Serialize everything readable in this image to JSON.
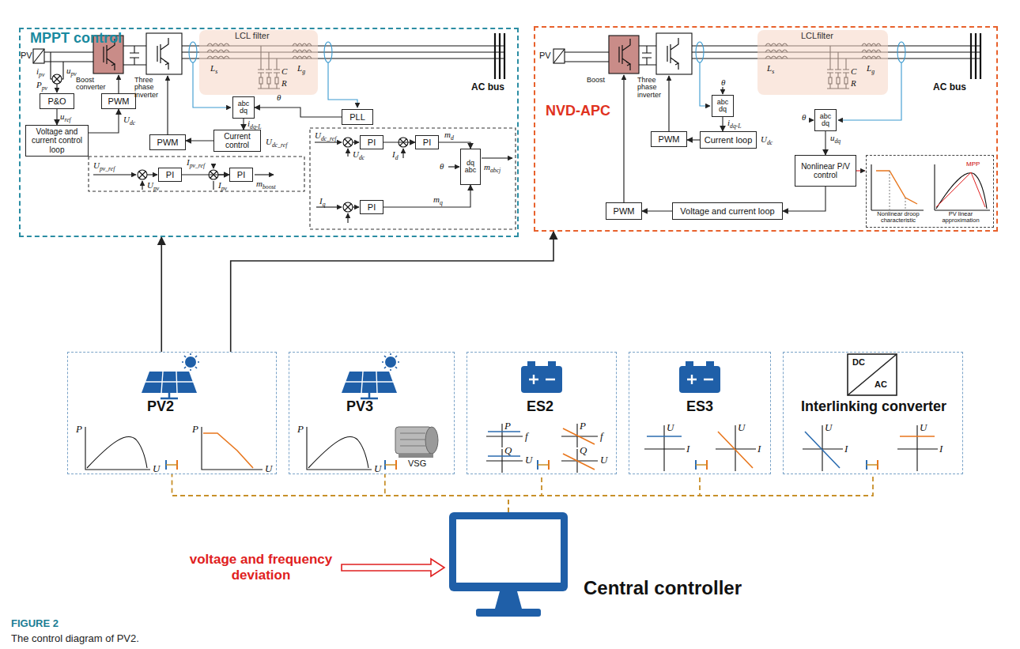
{
  "diagram": {
    "caption": "The control diagram of PV2.",
    "nodes": [
      {
        "text": [
          "MPPT control"
        ]
      },
      {
        "text": [
          "P&O"
        ],
        "in": 0
      },
      {
        "text": [
          "Voltage and current control loop"
        ],
        "in": 0
      },
      {
        "text": [
          "PWM"
        ],
        "in": 0
      },
      {
        "text": [
          "PWM"
        ],
        "in": 0
      },
      {
        "text": [
          "Current control"
        ],
        "in": 0
      },
      {
        "text": [
          "PLL"
        ],
        "in": 0
      },
      {
        "text": [
          "abc",
          "dq"
        ],
        "in": 0
      },
      {
        "text": [
          "LCL filter"
        ],
        "in": 0
      },
      {
        "text": [
          "PI"
        ],
        "in": 0
      },
      {
        "text": [
          "PI"
        ],
        "in": 0
      },
      {
        "text": [
          "PI"
        ],
        "in": 0
      },
      {
        "text": [
          "PI"
        ],
        "in": 0
      },
      {
        "text": [
          "PI"
        ],
        "in": 0
      },
      {
        "text": [
          "dq",
          "abc"
        ],
        "in": 0
      },
      {
        "text": [
          "NVD-APC"
        ]
      },
      {
        "text": [
          "abc",
          "dq"
        ],
        "in": 15
      },
      {
        "text": [
          "Current loop"
        ],
        "in": 15
      },
      {
        "text": [
          "PWM"
        ],
        "in": 15
      },
      {
        "text": [
          "LCLfilter"
        ],
        "in": 15
      },
      {
        "text": [
          "abc",
          "dq"
        ],
        "in": 15
      },
      {
        "text": [
          "Nonlinear P/V control"
        ],
        "in": 15
      },
      {
        "text": [
          "Voltage and current loop"
        ],
        "in": 15
      },
      {
        "text": [
          "PWM"
        ],
        "in": 15
      },
      {
        "text": [
          "Nonlinear droop characteristic",
          "PV linear approximation"
        ],
        "in": 15
      },
      {
        "text": [
          "PV2"
        ]
      },
      {
        "text": [
          "PV3",
          "VSG"
        ]
      },
      {
        "text": [
          "ES2"
        ]
      },
      {
        "text": [
          "ES3"
        ]
      },
      {
        "text": [
          "Interlinking converter"
        ]
      },
      {
        "text": [
          "Central controller"
        ]
      }
    ],
    "edges": [
      {
        "from": 1,
        "to": 2,
        "arrow": "to"
      },
      {
        "from": 2,
        "to": 3,
        "arrow": "to"
      },
      {
        "from": 5,
        "to": 4,
        "arrow": "to"
      },
      {
        "from": 6,
        "to": 7,
        "arrow": "to"
      },
      {
        "from": 7,
        "to": 5,
        "arrow": "to"
      },
      {
        "from": 9,
        "to": 10,
        "arrow": "to"
      },
      {
        "from": 11,
        "to": 12,
        "arrow": "to"
      },
      {
        "from": 12,
        "to": 14,
        "arrow": "to"
      },
      {
        "from": 13,
        "to": 14,
        "arrow": "to"
      },
      {
        "from": 16,
        "to": 17,
        "arrow": "to"
      },
      {
        "from": 17,
        "to": 18,
        "arrow": "to"
      },
      {
        "from": 20,
        "to": 21,
        "arrow": "to"
      },
      {
        "from": 21,
        "to": 22,
        "arrow": "to"
      },
      {
        "from": 22,
        "to": 23,
        "arrow": "to"
      },
      {
        "from": 25,
        "to": 0,
        "arrow": "to"
      },
      {
        "from": 25,
        "to": 15,
        "arrow": "to"
      },
      {
        "from": 30,
        "to": 25,
        "arrow": "none"
      },
      {
        "from": 30,
        "to": 26,
        "arrow": "none"
      },
      {
        "from": 30,
        "to": 27,
        "arrow": "none"
      },
      {
        "from": 30,
        "to": 28,
        "arrow": "none"
      },
      {
        "from": 30,
        "to": 29,
        "arrow": "none"
      }
    ],
    "labels": [
      "PV",
      "ipv",
      "upv",
      "Ppv",
      "uref",
      "Udc",
      "θ",
      "idq-L",
      "Ls",
      "C",
      "R",
      "Lg",
      "AC bus",
      "Udc_ref",
      "Upv_ref",
      "Upv",
      "Ipv_ref",
      "Ipv",
      "mboost",
      "Udc_ref",
      "Udc",
      "Id",
      "θ",
      "Iq",
      "md",
      "mq",
      "mabcj",
      "Boost converter",
      "Three phase inverter",
      "PV",
      "Boost",
      "Three phase inverter",
      "θ",
      "idq-L",
      "Udc",
      "Ls",
      "C",
      "R",
      "Lg",
      "AC bus",
      "θ",
      "udq",
      "MPP",
      "P",
      "U",
      "P",
      "U",
      "P",
      "U",
      "P",
      "f",
      "Q",
      "U",
      "P",
      "f",
      "Q",
      "U",
      "U",
      "I",
      "U",
      "I",
      "U",
      "I",
      "U",
      "I",
      "DC",
      "AC",
      "voltage and frequency deviation",
      "FIGURE 2"
    ]
  }
}
